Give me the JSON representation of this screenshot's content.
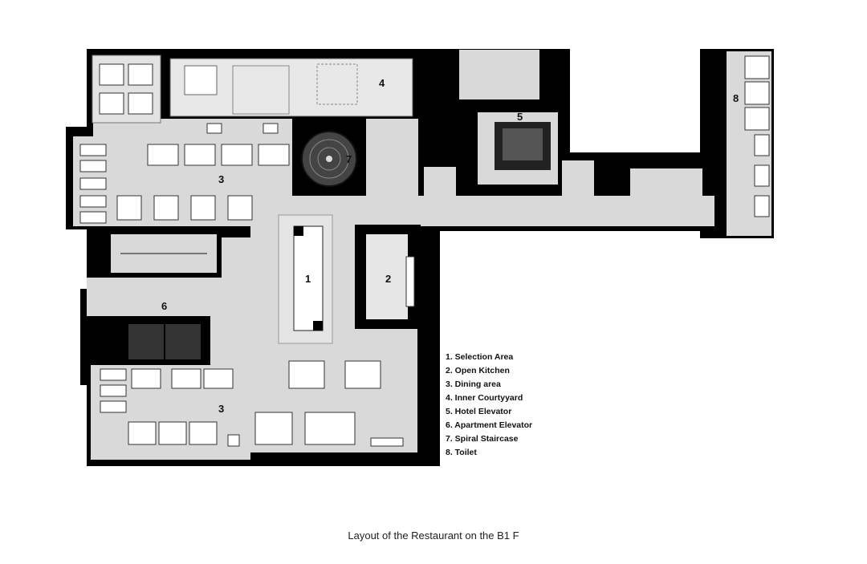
{
  "room_labels": [
    "1",
    "2",
    "3",
    "4",
    "5",
    "6",
    "7",
    "8"
  ],
  "legend": [
    "1. Selection Area",
    "2. Open Kitchen",
    "3. Dining area",
    "4. Inner Courtyyard",
    "5. Hotel Elevator",
    "6. Apartment Elevator",
    "7. Spiral Staircase",
    "8. Toilet"
  ],
  "caption": "Layout of the Restaurant on the B1 F",
  "colors": {
    "wall": "#000000",
    "floor": "#d9d9d9",
    "room": "#e6e6e6",
    "furniture": "#ffffff"
  }
}
